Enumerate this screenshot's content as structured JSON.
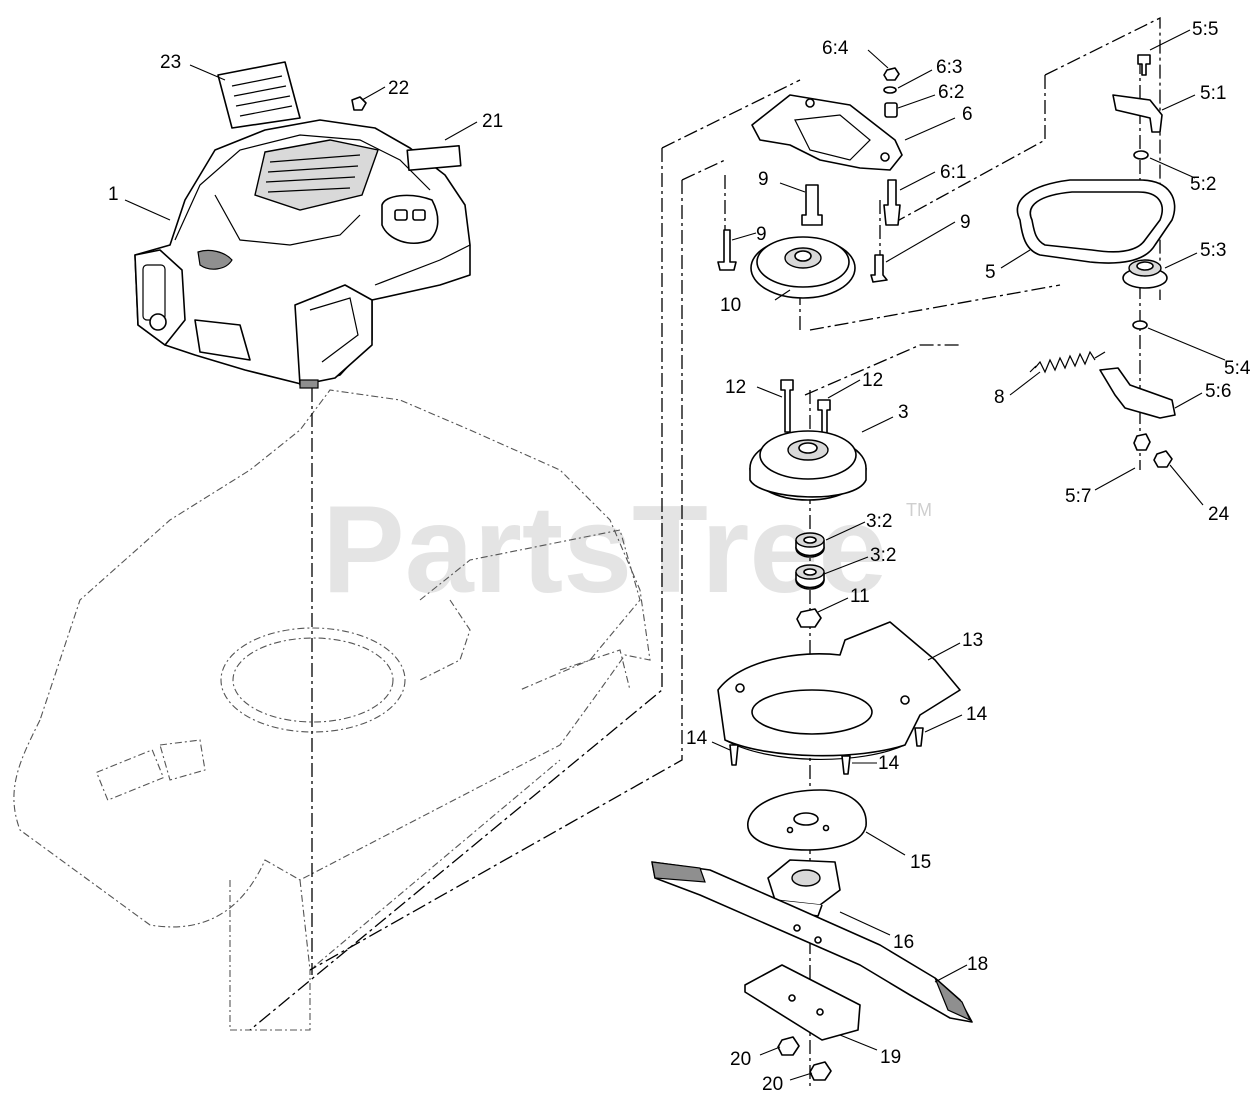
{
  "watermark": {
    "text": "PartsTree",
    "trademark": "TM"
  },
  "callouts": [
    {
      "id": "c23",
      "label": "23"
    },
    {
      "id": "c22",
      "label": "22"
    },
    {
      "id": "c21",
      "label": "21"
    },
    {
      "id": "c1",
      "label": "1"
    },
    {
      "id": "c6-4",
      "label": "6:4"
    },
    {
      "id": "c6-3",
      "label": "6:3"
    },
    {
      "id": "c6-2",
      "label": "6:2"
    },
    {
      "id": "c6",
      "label": "6"
    },
    {
      "id": "c6-1",
      "label": "6:1"
    },
    {
      "id": "c9a",
      "label": "9"
    },
    {
      "id": "c9b",
      "label": "9"
    },
    {
      "id": "c9c",
      "label": "9"
    },
    {
      "id": "c10",
      "label": "10"
    },
    {
      "id": "c5-5",
      "label": "5:5"
    },
    {
      "id": "c5-1",
      "label": "5:1"
    },
    {
      "id": "c5-2",
      "label": "5:2"
    },
    {
      "id": "c5-3",
      "label": "5:3"
    },
    {
      "id": "c5",
      "label": "5"
    },
    {
      "id": "c5-4",
      "label": "5:4"
    },
    {
      "id": "c8",
      "label": "8"
    },
    {
      "id": "c5-6",
      "label": "5:6"
    },
    {
      "id": "c5-7",
      "label": "5:7"
    },
    {
      "id": "c24",
      "label": "24"
    },
    {
      "id": "c12a",
      "label": "12"
    },
    {
      "id": "c12b",
      "label": "12"
    },
    {
      "id": "c3",
      "label": "3"
    },
    {
      "id": "c3-2a",
      "label": "3:2"
    },
    {
      "id": "c3-2b",
      "label": "3:2"
    },
    {
      "id": "c11",
      "label": "11"
    },
    {
      "id": "c13",
      "label": "13"
    },
    {
      "id": "c14a",
      "label": "14"
    },
    {
      "id": "c14b",
      "label": "14"
    },
    {
      "id": "c14c",
      "label": "14"
    },
    {
      "id": "c15",
      "label": "15"
    },
    {
      "id": "c16",
      "label": "16"
    },
    {
      "id": "c18",
      "label": "18"
    },
    {
      "id": "c19",
      "label": "19"
    },
    {
      "id": "c20a",
      "label": "20"
    },
    {
      "id": "c20b",
      "label": "20"
    }
  ]
}
